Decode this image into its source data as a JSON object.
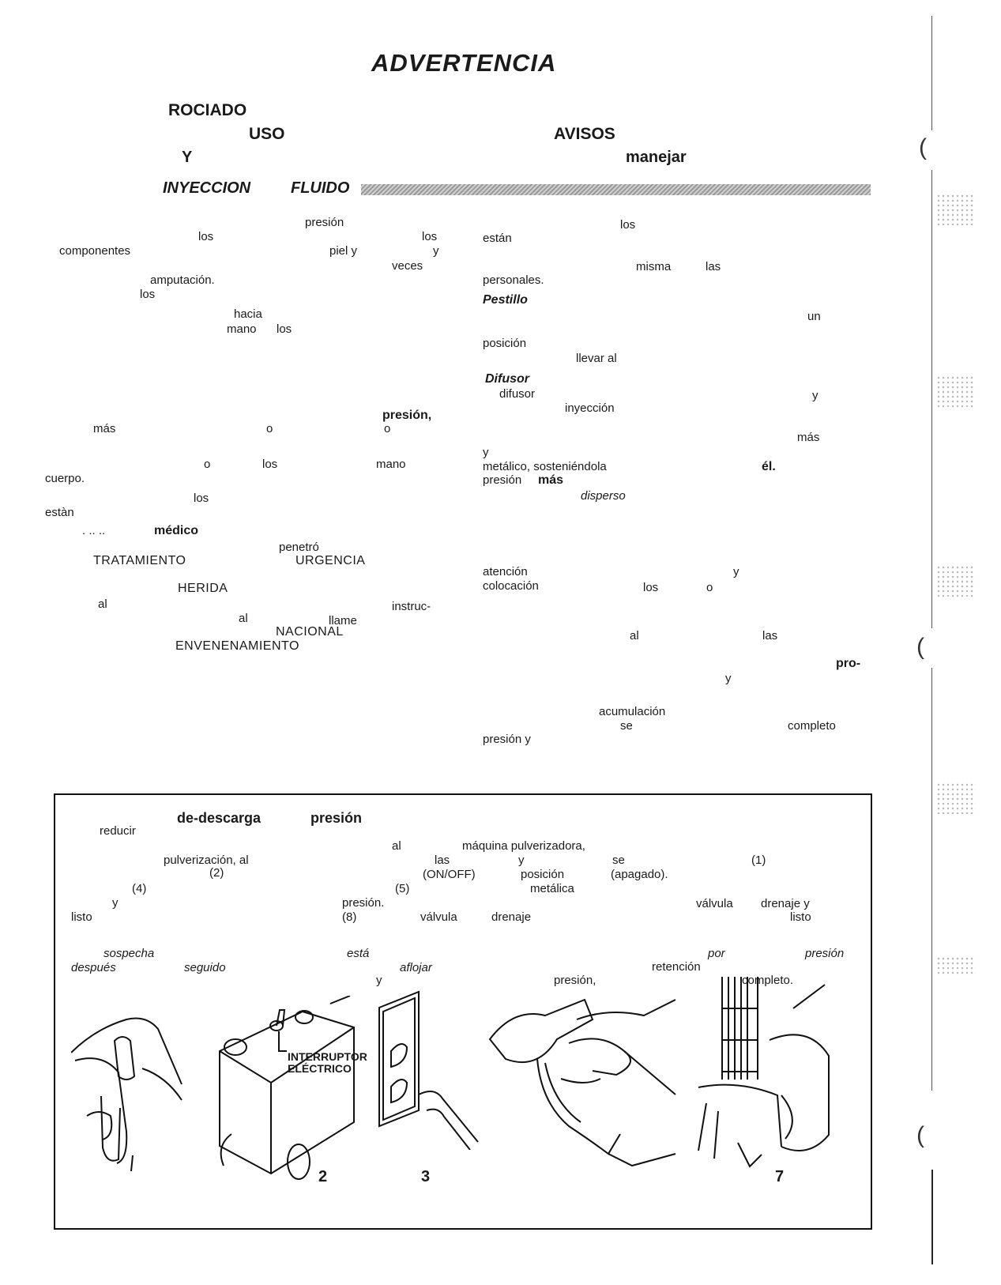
{
  "title": "ADVERTENCIA",
  "header": {
    "w1": "ROCIADO",
    "w2": "USO",
    "w3": "AVISOS",
    "w4": "Y",
    "w5": "manejar"
  },
  "section": {
    "w1": "INYECCION",
    "w2": "FLUIDO"
  },
  "left_col": {
    "presion": "presión",
    "los1": "los",
    "los2": "los",
    "componentes": "componentes",
    "piel_y": "piel y",
    "y1": "y",
    "veces": "veces",
    "amputacion": "amputación.",
    "los3": "los",
    "hacia": "hacia",
    "mano": "mano",
    "los4": "los",
    "presion_b": "presión,",
    "mas": "más",
    "o1": "o",
    "o2": "o",
    "o3": "o",
    "los5": "los",
    "mano2": "mano",
    "cuerpo": "cuerpo.",
    "los6": "los",
    "estan": "estàn",
    "dots": ". .. ..",
    "medico": "médico",
    "penetro": "penetró",
    "tratamiento": "TRATAMIENTO",
    "urgencia": "URGENCIA",
    "herida": "HERIDA",
    "al1": "al",
    "instruc": "instruc-",
    "al2": "al",
    "llame": "llame",
    "nacional": "NACIONAL",
    "envenenamiento": "ENVENENAMIENTO"
  },
  "right_col": {
    "los1": "los",
    "estan": "están",
    "misma": "misma",
    "las1": "las",
    "personales": "personales.",
    "pestillo": "Pestillo",
    "un": "un",
    "posicion": "posición",
    "llevar": "llevar al",
    "difusor_h": "Difusor",
    "difusor": "difusor",
    "y1": "y",
    "inyeccion": "inyección",
    "mas1": "más",
    "y2": "y",
    "metalico": "metálico, sosteniéndola",
    "el": "él.",
    "presion": "presión",
    "mas2": "más",
    "disperso": "disperso",
    "atencion": "atención",
    "y3": "y",
    "colocacion": "colocación",
    "los2": "los",
    "o": "o",
    "al": "al",
    "las2": "las",
    "pro": "pro-",
    "y4": "y",
    "acumulacion": "acumulación",
    "se": "se",
    "completo": "completo",
    "presion_y": "presión y"
  },
  "box": {
    "descarga": "de-descarga",
    "presion_h": "presión",
    "reducir": "reducir",
    "al1": "al",
    "maquina": "máquina pulverizadora,",
    "pulverizacion": "pulverización, al",
    "las": "las",
    "y1": "y",
    "se": "se",
    "n1": "(1)",
    "n2": "(2)",
    "onoff": "(ON/OFF)",
    "posicion": "posición",
    "apagado": "(apagado).",
    "n4": "(4)",
    "n5": "(5)",
    "metalica": "metálica",
    "y2": "y",
    "presion2": "presión.",
    "valvula1": "válvula",
    "drenaje_y": "drenaje y",
    "listo1": "listo",
    "n8": "(8)",
    "valvula2": "válvula",
    "drenaje": "drenaje",
    "listo2": "listo",
    "sospecha": "sospecha",
    "esta": "está",
    "por": "por",
    "presion_it": "presión",
    "despues": "después",
    "seguido": "seguido",
    "aflojar": "aflojar",
    "retencion": "retención",
    "y3": "y",
    "presion3": "presión,",
    "completo": "completo.",
    "interruptor1": "INTERRUPTOR",
    "interruptor2": "ELÉCTRICO",
    "fig2": "2",
    "fig3": "3",
    "fig7": "7"
  }
}
